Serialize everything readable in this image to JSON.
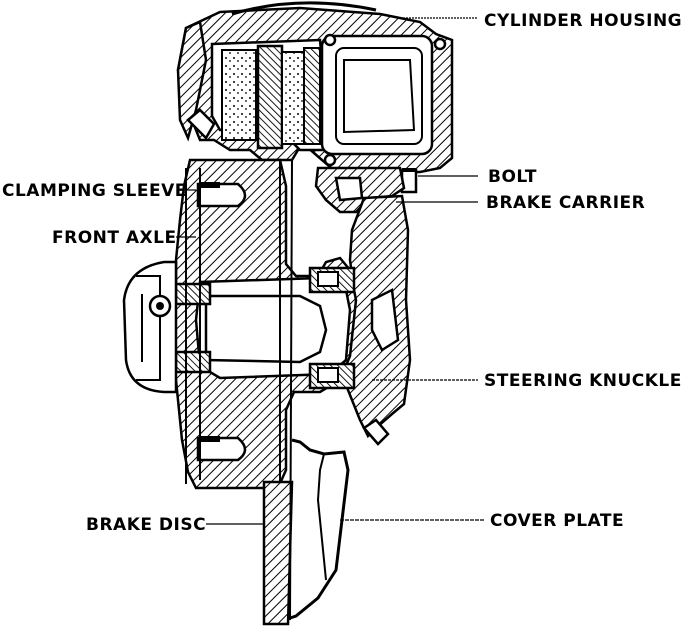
{
  "labels": {
    "cylinder_housing": "CYLINDER HOUSING",
    "bolt": "BOLT",
    "brake_carrier": "BRAKE CARRIER",
    "clamping_sleeve": "CLAMPING SLEEVE",
    "front_axle": "FRONT AXLE",
    "steering_knuckle": "STEERING KNUCKLE",
    "brake_disc": "BRAKE DISC",
    "cover_plate": "COVER PLATE"
  }
}
